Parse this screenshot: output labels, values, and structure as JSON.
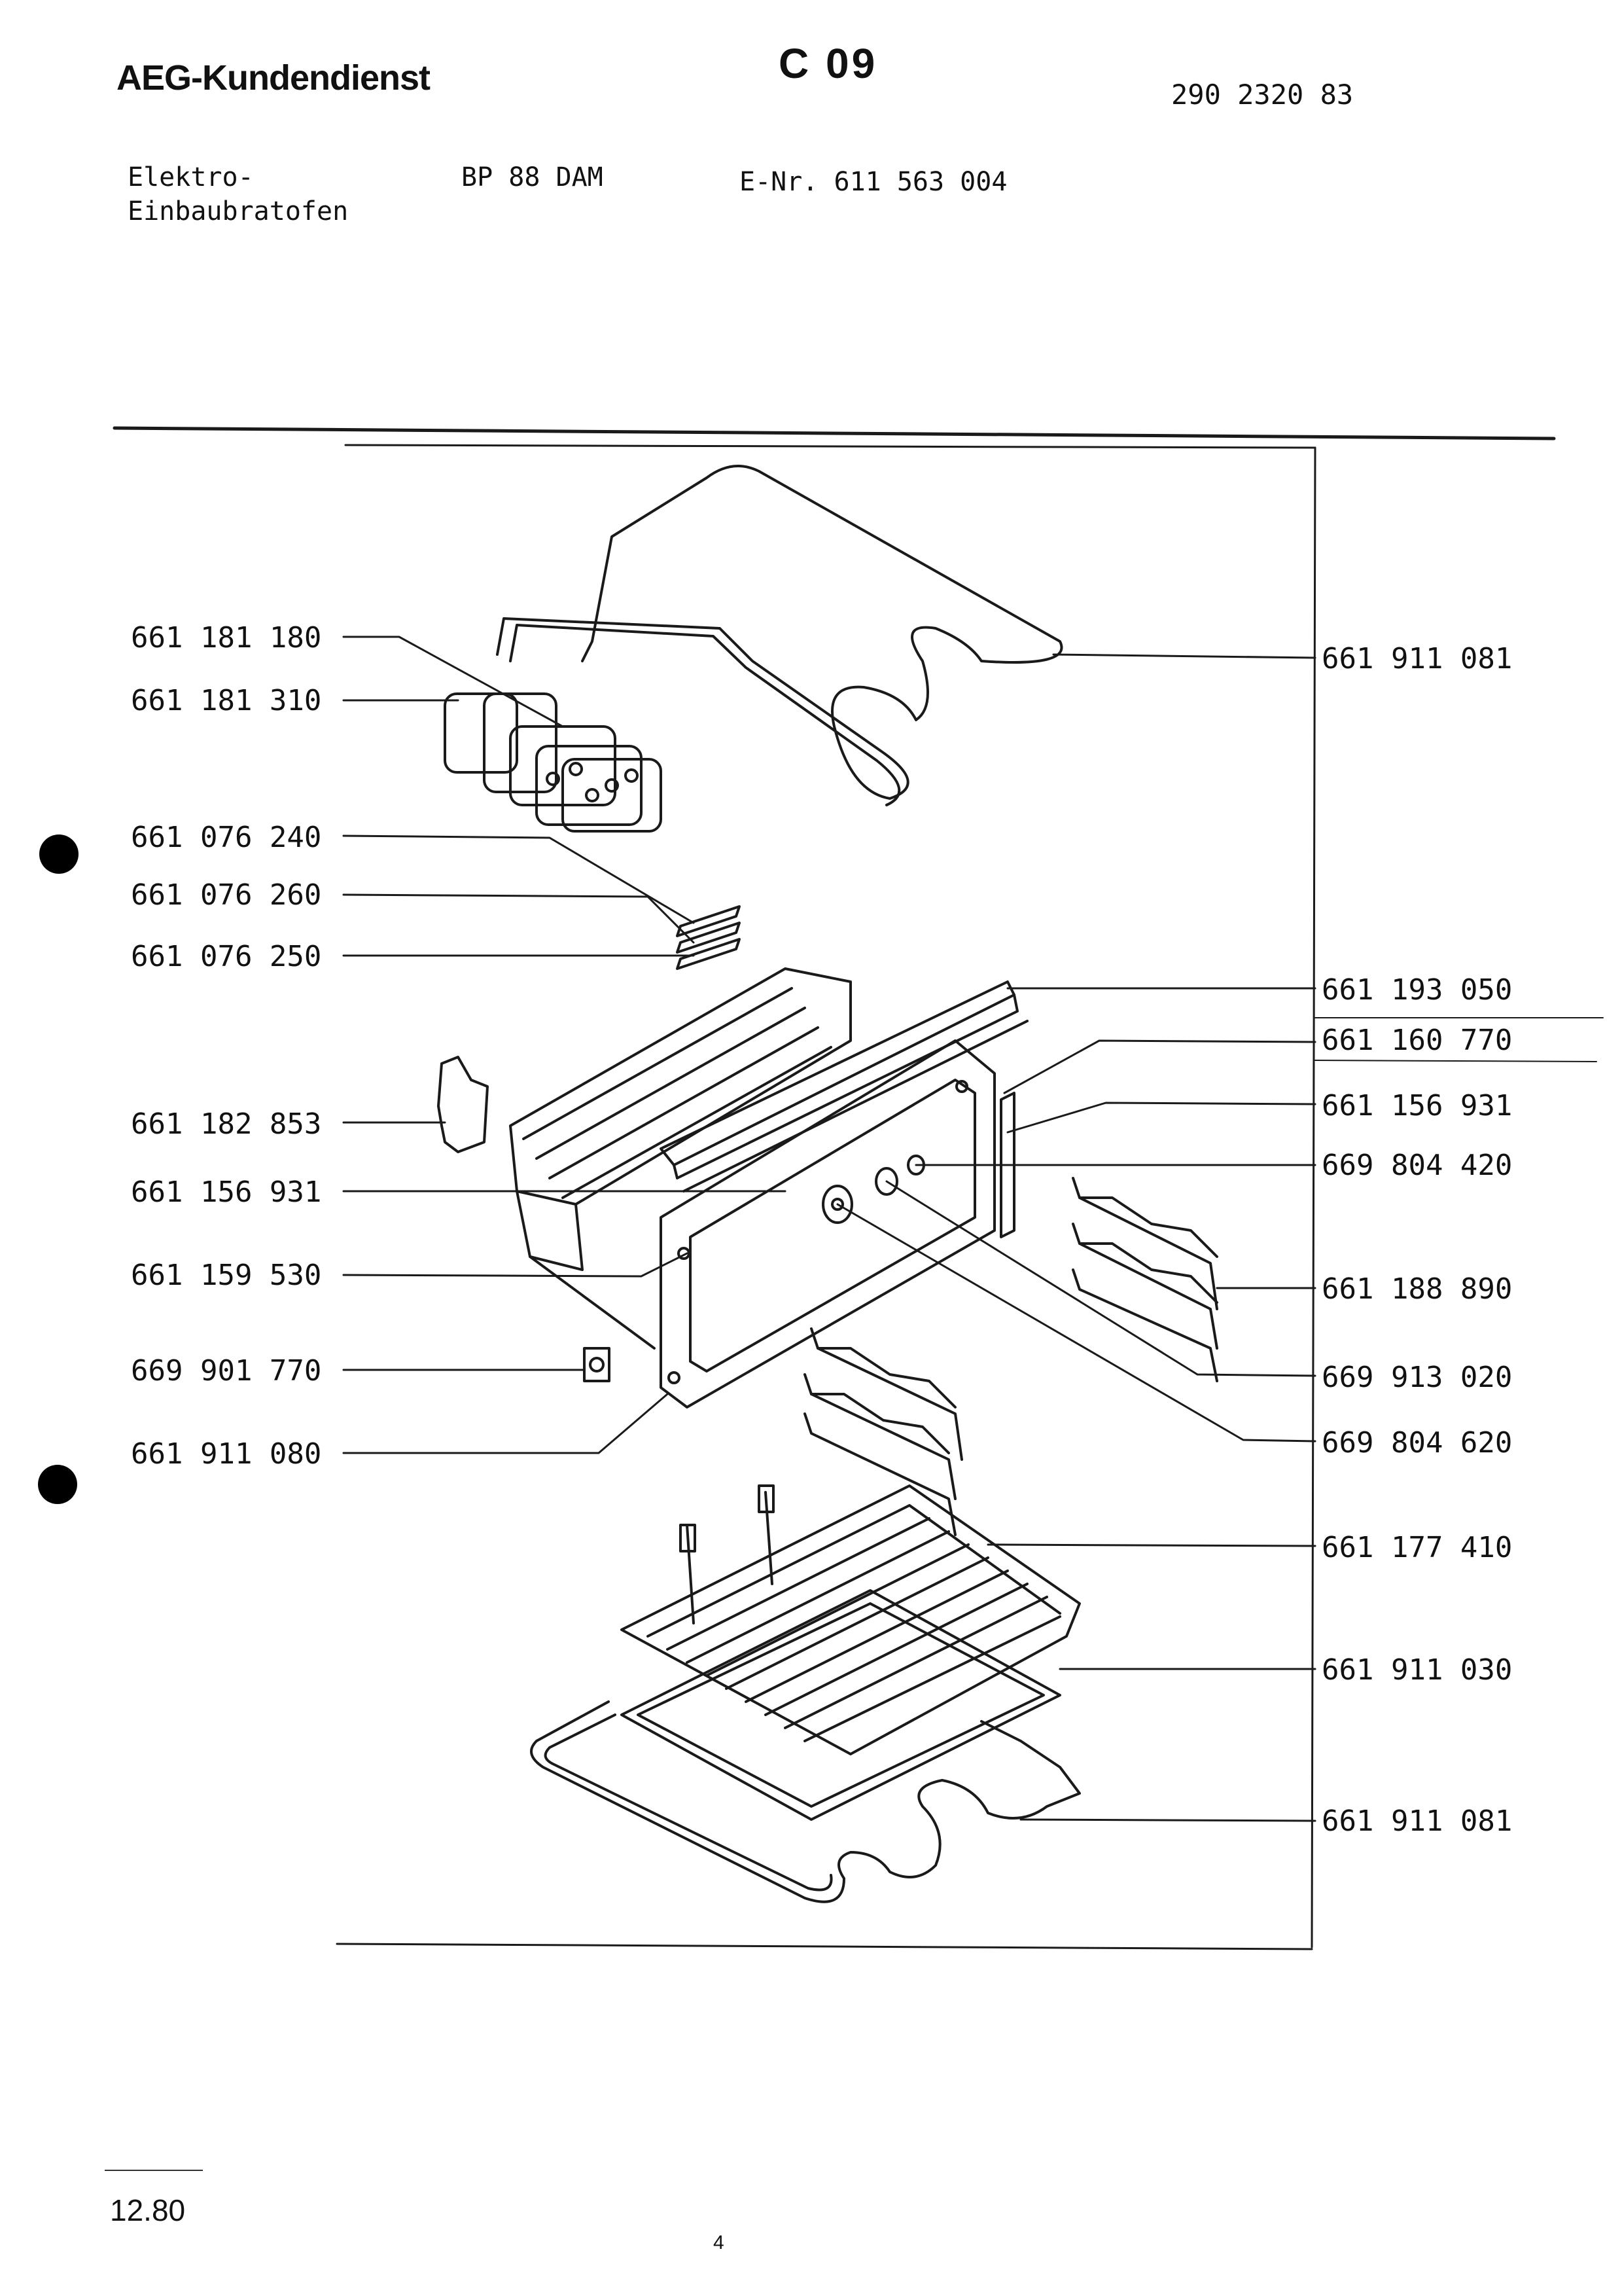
{
  "header": {
    "brand": "AEG-Kundendienst",
    "page_code": "C 09",
    "document_number": "290 2320 83"
  },
  "description": {
    "line1": "Elektro-",
    "line2": "Einbaubratofen",
    "model": "BP  88 DAM",
    "e_number": "E-Nr. 611 563 004"
  },
  "labels_left": [
    "661 181 180",
    "661 181 310",
    "661 076 240",
    "661 076 260",
    "661 076 250",
    "661 182 853",
    "661 156 931",
    "661 159 530",
    "669 901 770",
    "661 911 080"
  ],
  "labels_right": [
    "661 911 081",
    "661 193 050",
    "661 160 770",
    "661 156 931",
    "669 804 420",
    "661 188 890",
    "669 913 020",
    "669 804 620",
    "661 177 410",
    "661 911 030",
    "661 911 081"
  ],
  "footer": {
    "date": "12.80",
    "page_mark": "4"
  }
}
